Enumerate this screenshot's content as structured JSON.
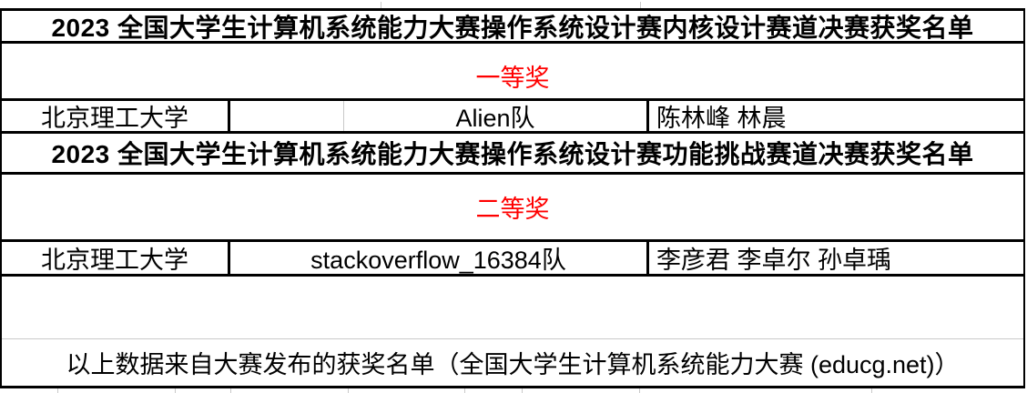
{
  "colors": {
    "text": "#000000",
    "award_text": "#FF0000",
    "table_border": "#000000",
    "gridline": "#C9C9C9",
    "background": "#FFFFFF"
  },
  "table": {
    "sections": [
      {
        "title": "2023 全国大学生计算机系统能力大赛操作系统设计赛内核设计赛道决赛获奖名单",
        "award_level": "一等奖",
        "row": {
          "school": "北京理工大学",
          "team": "Alien队",
          "members": "陈林峰 林晨"
        }
      },
      {
        "title": "2023 全国大学生计算机系统能力大赛操作系统设计赛功能挑战赛道决赛获奖名单",
        "award_level": "二等奖",
        "row": {
          "school": "北京理工大学",
          "team": "stackoverflow_16384队",
          "members": "李彦君 李卓尔 孙卓瑀"
        }
      }
    ],
    "footnote": "以上数据来自大赛发布的获奖名单（全国大学生计算机系统能力大赛 (educg.net)）"
  }
}
